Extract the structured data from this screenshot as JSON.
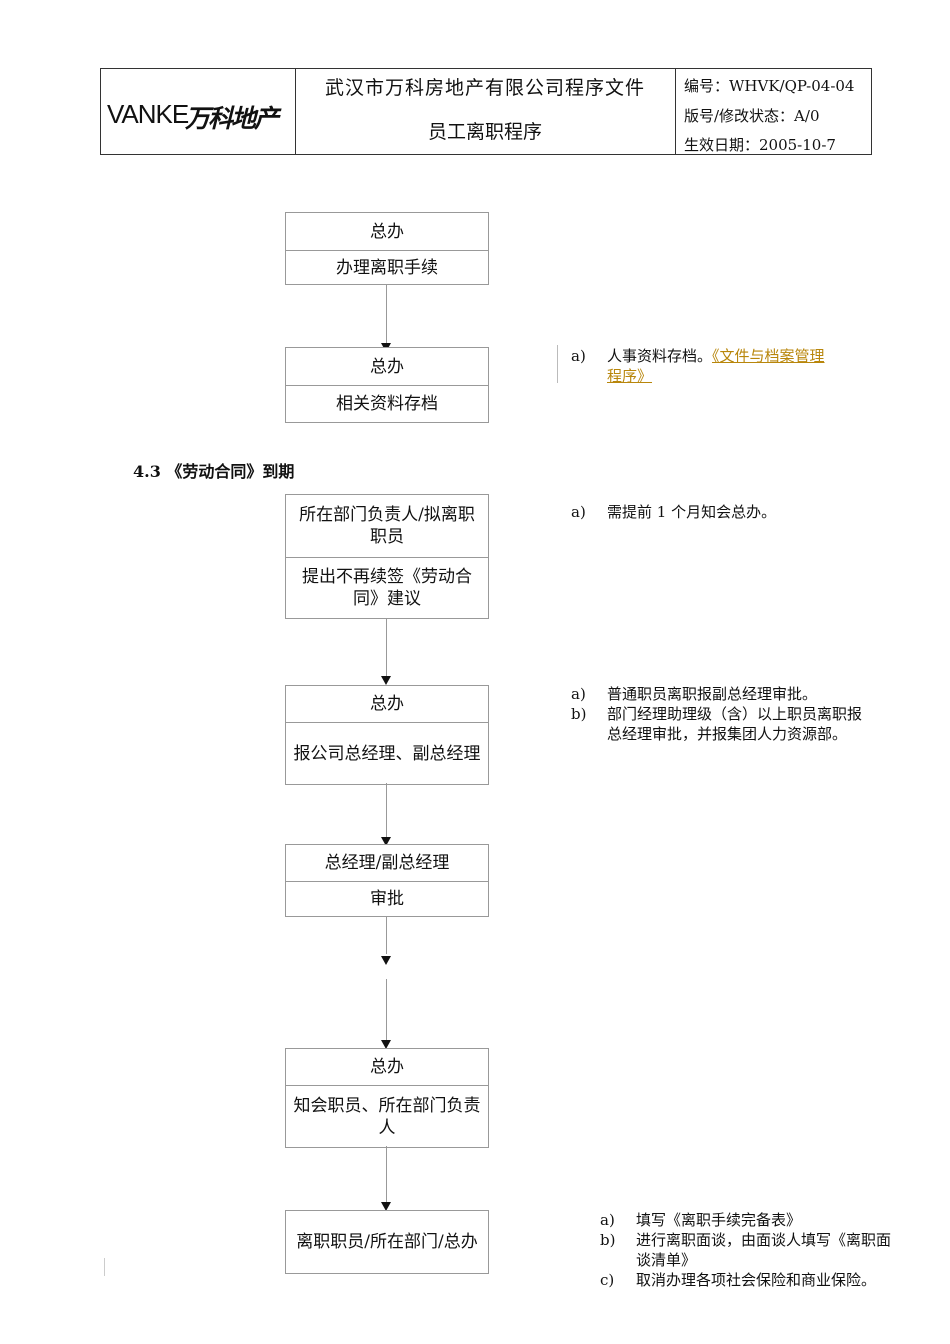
{
  "header": {
    "logo_latin": "VANKE",
    "logo_cn": "万科地产",
    "company_doc": "武汉市万科房地产有限公司程序文件",
    "doc_title": "员工离职程序",
    "doc_no": "编号：WHVK/QP-04-04",
    "version": "版号/修改状态：A/0",
    "effective_date": "生效日期：2005-10-7"
  },
  "flow_top": {
    "step1": {
      "role": "总办",
      "action": "办理离职手续"
    },
    "step2": {
      "role": "总办",
      "action": "相关资料存档"
    },
    "note": {
      "label": "a)",
      "text": "人事资料存档。",
      "link": "《文件与档案管理程序》"
    }
  },
  "section_43": {
    "heading": "4.3 《劳动合同》到期",
    "step1": {
      "role": "所在部门负责人/拟离职职员",
      "action": "提出不再续签《劳动合同》建议"
    },
    "step1_note": [
      {
        "label": "a)",
        "text": "需提前 1 个月知会总办。"
      }
    ],
    "step2": {
      "role": "总办",
      "action": "报公司总经理、副总经理"
    },
    "step2_note": [
      {
        "label": "a)",
        "text": "普通职员离职报副总经理审批。"
      },
      {
        "label": "b)",
        "text": "部门经理助理级（含）以上职员离职报总经理审批，并报集团人力资源部。"
      }
    ],
    "step3": {
      "role": "总经理/副总经理",
      "action": "审批"
    },
    "step4": {
      "role": "总办",
      "action": "知会职员、所在部门负责人"
    },
    "step5": {
      "role": "离职职员/所在部门/总办"
    },
    "step5_note": [
      {
        "label": "a)",
        "text": "填写《离职手续完备表》"
      },
      {
        "label": "b)",
        "text": "进行离职面谈，由面谈人填写《离职面谈清单》"
      },
      {
        "label": "c)",
        "text": "取消办理各项社会保险和商业保险。"
      }
    ]
  }
}
